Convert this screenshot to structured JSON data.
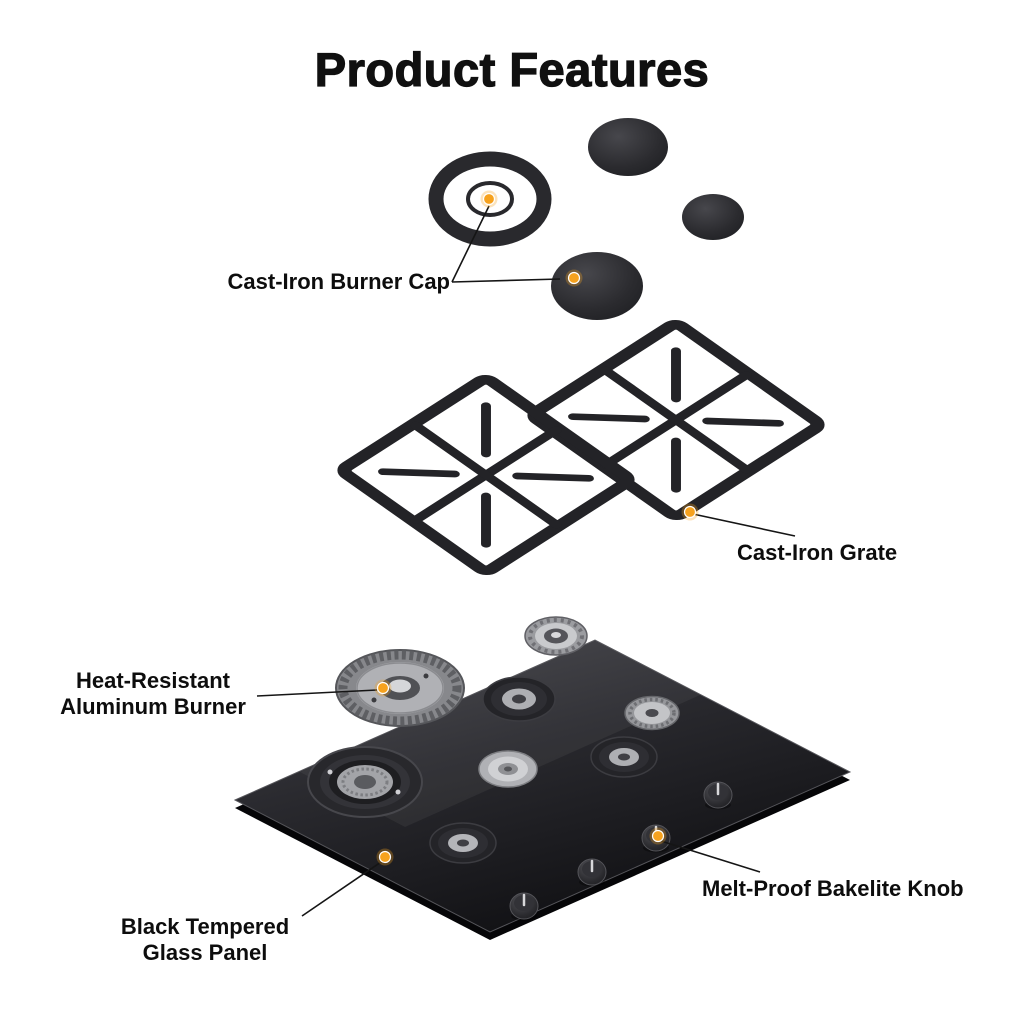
{
  "title": "Product Features",
  "colors": {
    "accent": "#F6A21E",
    "ink": "#111111",
    "cast_iron": "#232327",
    "glass_panel": "#1d1d21",
    "silver": "#aeafb3"
  },
  "callouts": {
    "burner_cap": {
      "label": "Cast-Iron Burner Cap"
    },
    "grate": {
      "label": "Cast-Iron Grate"
    },
    "aluminum_burner": {
      "label": "Heat-Resistant\nAluminum Burner"
    },
    "glass_panel": {
      "label": "Black Tempered\nGlass Panel"
    },
    "knob": {
      "label": "Melt-Proof Bakelite Knob"
    }
  }
}
